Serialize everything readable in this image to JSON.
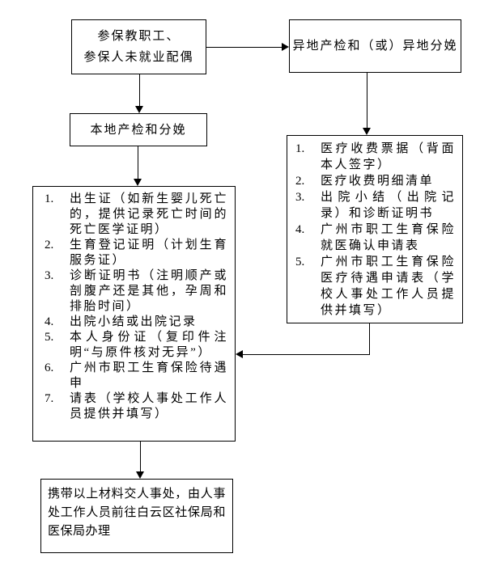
{
  "colors": {
    "line": "#000000",
    "text": "#000000",
    "background": "#ffffff"
  },
  "nodes": {
    "participants": {
      "line1": "参保教职工、",
      "line2": "参保人未就业配偶"
    },
    "remote_checkup": {
      "label": "异地产检和（或）异地分娩"
    },
    "local_checkup": {
      "label": "本地产检和分娩"
    },
    "local_materials": {
      "items": [
        "出生证（如新生婴儿死亡的，提供记录死亡时间的死亡医学证明）",
        "生育登记证明（计划生育服务证）",
        "诊断证明书（注明顺产或剖腹产还是其他，孕周和排胎时间）",
        "出院小结或出院记录",
        "本人身份证（复印件注明“与原件核对无异”）",
        "广州市职工生育保险待遇申",
        "请表（学校人事处工作人员提供并填写）"
      ]
    },
    "remote_materials": {
      "items": [
        "医疗收费票据（背面本人签字）",
        "医疗收费明细清单",
        "出院小结（出院记录）和诊断证明书",
        "广州市职工生育保险就医确认申请表",
        "广州市职工生育保险医疗待遇申请表（学校人事处工作人员提供并填写）"
      ]
    },
    "submit": {
      "label": "携带以上材料交人事处，由人事处工作人员前往白云区社保局和医保局办理"
    }
  }
}
